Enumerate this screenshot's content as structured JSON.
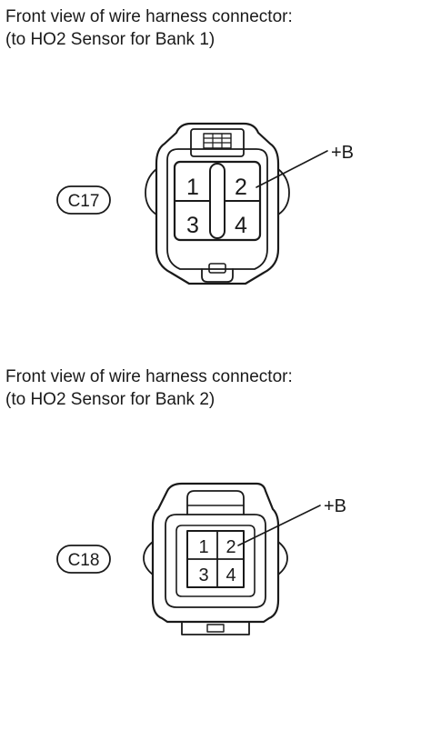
{
  "sections": [
    {
      "caption_line1": "Front view of wire harness connector:",
      "caption_line2": "(to HO2 Sensor for Bank 1)",
      "connector_id": "C17",
      "pins": [
        "1",
        "2",
        "3",
        "4"
      ],
      "callout_label": "+B"
    },
    {
      "caption_line1": "Front view of wire harness connector:",
      "caption_line2": "(to HO2 Sensor for Bank 2)",
      "connector_id": "C18",
      "pins": [
        "1",
        "2",
        "3",
        "4"
      ],
      "callout_label": "+B"
    }
  ]
}
